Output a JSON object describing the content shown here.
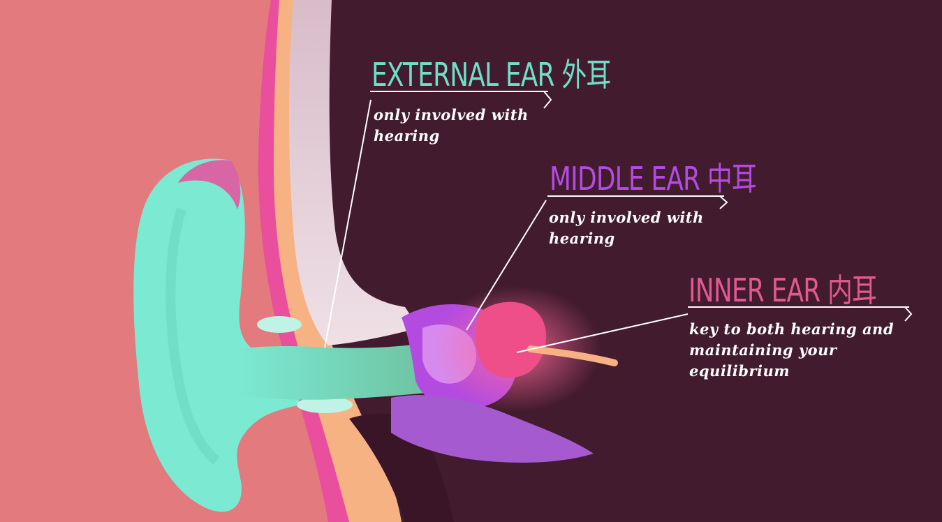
{
  "labels": {
    "external": {
      "title": "EXTERNAL EAR 外耳",
      "description": "only involved with hearing",
      "color": "#6fdfc6"
    },
    "middle": {
      "title": "MIDDLE EAR 中耳",
      "description": "only involved with hearing",
      "color": "#b44be0"
    },
    "inner": {
      "title": "INNER EAR 内耳",
      "description": "key to both hearing and maintaining your equilibrium",
      "color": "#e0598f"
    }
  },
  "colors": {
    "background": "#431b2f",
    "skin": "#e37a7e",
    "ear_cartilage": "#7ce9d3",
    "flesh": "#f7b284",
    "bone": "#e8d3da",
    "middle_ear": "#b44be0",
    "inner_ear": "#ee4f88",
    "leader_lines": "#ffffff"
  }
}
